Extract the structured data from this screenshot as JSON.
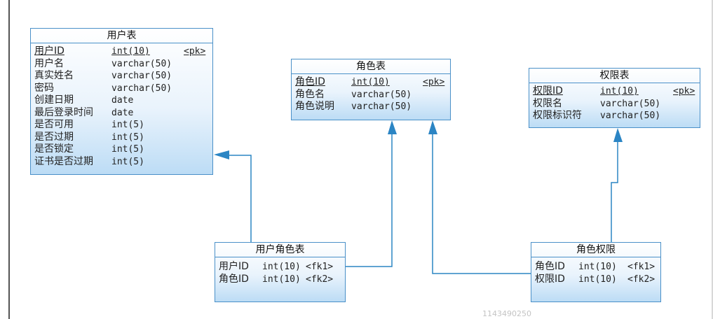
{
  "entities": {
    "user": {
      "title": "用户表",
      "rows": [
        {
          "name": "用户ID",
          "type": "int(10)",
          "key": "<pk>"
        },
        {
          "name": "用户名",
          "type": "varchar(50)",
          "key": ""
        },
        {
          "name": "真实姓名",
          "type": "varchar(50)",
          "key": ""
        },
        {
          "name": "密码",
          "type": "varchar(50)",
          "key": ""
        },
        {
          "name": "创建日期",
          "type": "date",
          "key": ""
        },
        {
          "name": "最后登录时间",
          "type": "date",
          "key": ""
        },
        {
          "name": "是否可用",
          "type": "int(5)",
          "key": ""
        },
        {
          "name": "是否过期",
          "type": "int(5)",
          "key": ""
        },
        {
          "name": "是否锁定",
          "type": "int(5)",
          "key": ""
        },
        {
          "name": "证书是否过期",
          "type": "int(5)",
          "key": ""
        }
      ]
    },
    "role": {
      "title": "角色表",
      "rows": [
        {
          "name": "角色ID",
          "type": "int(10)",
          "key": "<pk>"
        },
        {
          "name": "角色名",
          "type": "varchar(50)",
          "key": ""
        },
        {
          "name": "角色说明",
          "type": "varchar(50)",
          "key": ""
        }
      ]
    },
    "permission": {
      "title": "权限表",
      "rows": [
        {
          "name": "权限ID",
          "type": "int(10)",
          "key": "<pk>"
        },
        {
          "name": "权限名",
          "type": "varchar(50)",
          "key": ""
        },
        {
          "name": "权限标识符",
          "type": "varchar(50)",
          "key": ""
        }
      ]
    },
    "user_role": {
      "title": "用户角色表",
      "rows": [
        {
          "name": "用户ID",
          "type": "int(10)",
          "key": "<fk1>"
        },
        {
          "name": "角色ID",
          "type": "int(10)",
          "key": "<fk2>"
        }
      ]
    },
    "role_permission": {
      "title": "角色权限",
      "rows": [
        {
          "name": "角色ID",
          "type": "int(10)",
          "key": "<fk1>"
        },
        {
          "name": "权限ID",
          "type": "int(10)",
          "key": "<fk2>"
        }
      ]
    }
  },
  "relations": [
    {
      "from": "user_role",
      "to": "user"
    },
    {
      "from": "user_role",
      "to": "role"
    },
    {
      "from": "role_permission",
      "to": "role"
    },
    {
      "from": "role_permission",
      "to": "permission"
    }
  ],
  "colors": {
    "line": "#2b85c4",
    "border": "#4a90c8"
  },
  "watermark": "1143490250"
}
